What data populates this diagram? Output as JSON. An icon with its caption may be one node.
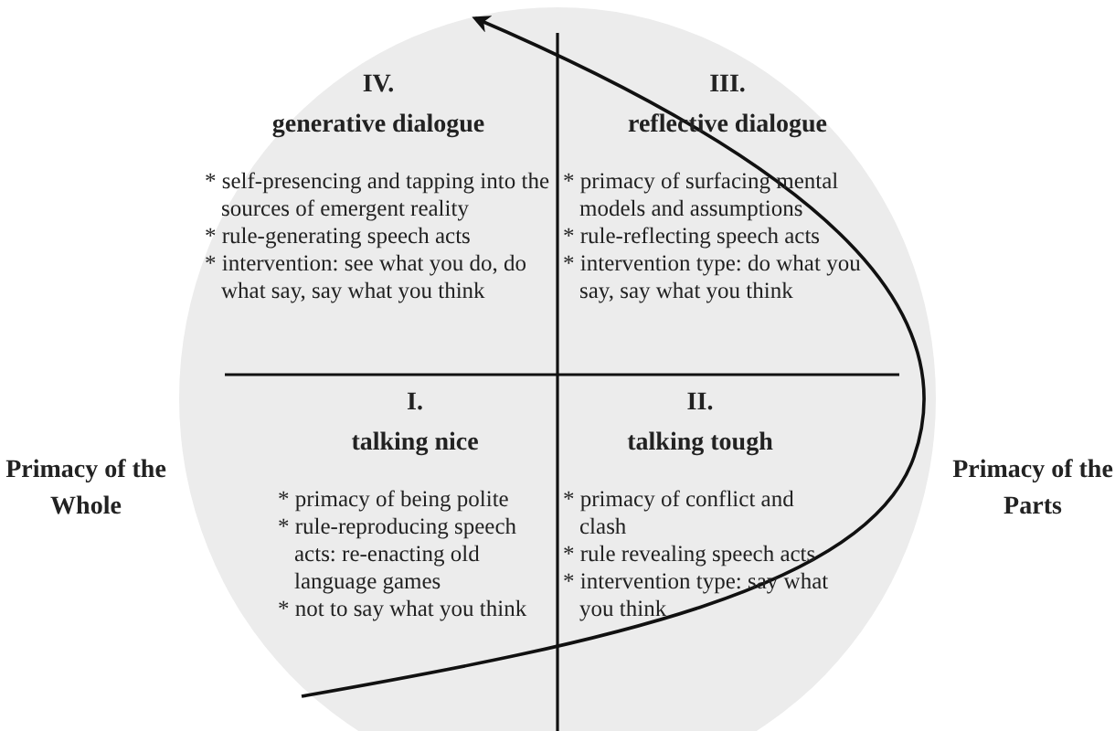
{
  "diagram": {
    "nodes": [
      {
        "text": [
          "IV.",
          "generative dialogue",
          "* self-presencing and tapping into the sources of emergent reality",
          "* rule-generating speech acts",
          "* intervention: see what you do, do what say, say what you think"
        ]
      },
      {
        "text": [
          "III.",
          "reflective dialogue",
          "* primacy of surfacing mental models and assumptions",
          "* rule-reflecting speech acts",
          "* intervention type: do what you say, say what you think"
        ]
      },
      {
        "text": [
          "I.",
          "talking nice",
          "* primacy of being polite",
          "* rule-reproducing speech acts: re-enacting old language games",
          "* not to say what you think"
        ]
      },
      {
        "text": [
          "II.",
          "talking tough",
          "* primacy of conflict and clash",
          "* rule revealing speech acts",
          "* intervention type: say what you think"
        ]
      }
    ],
    "labels": [
      "Primacy of the Whole",
      "Primacy of the Parts"
    ]
  }
}
